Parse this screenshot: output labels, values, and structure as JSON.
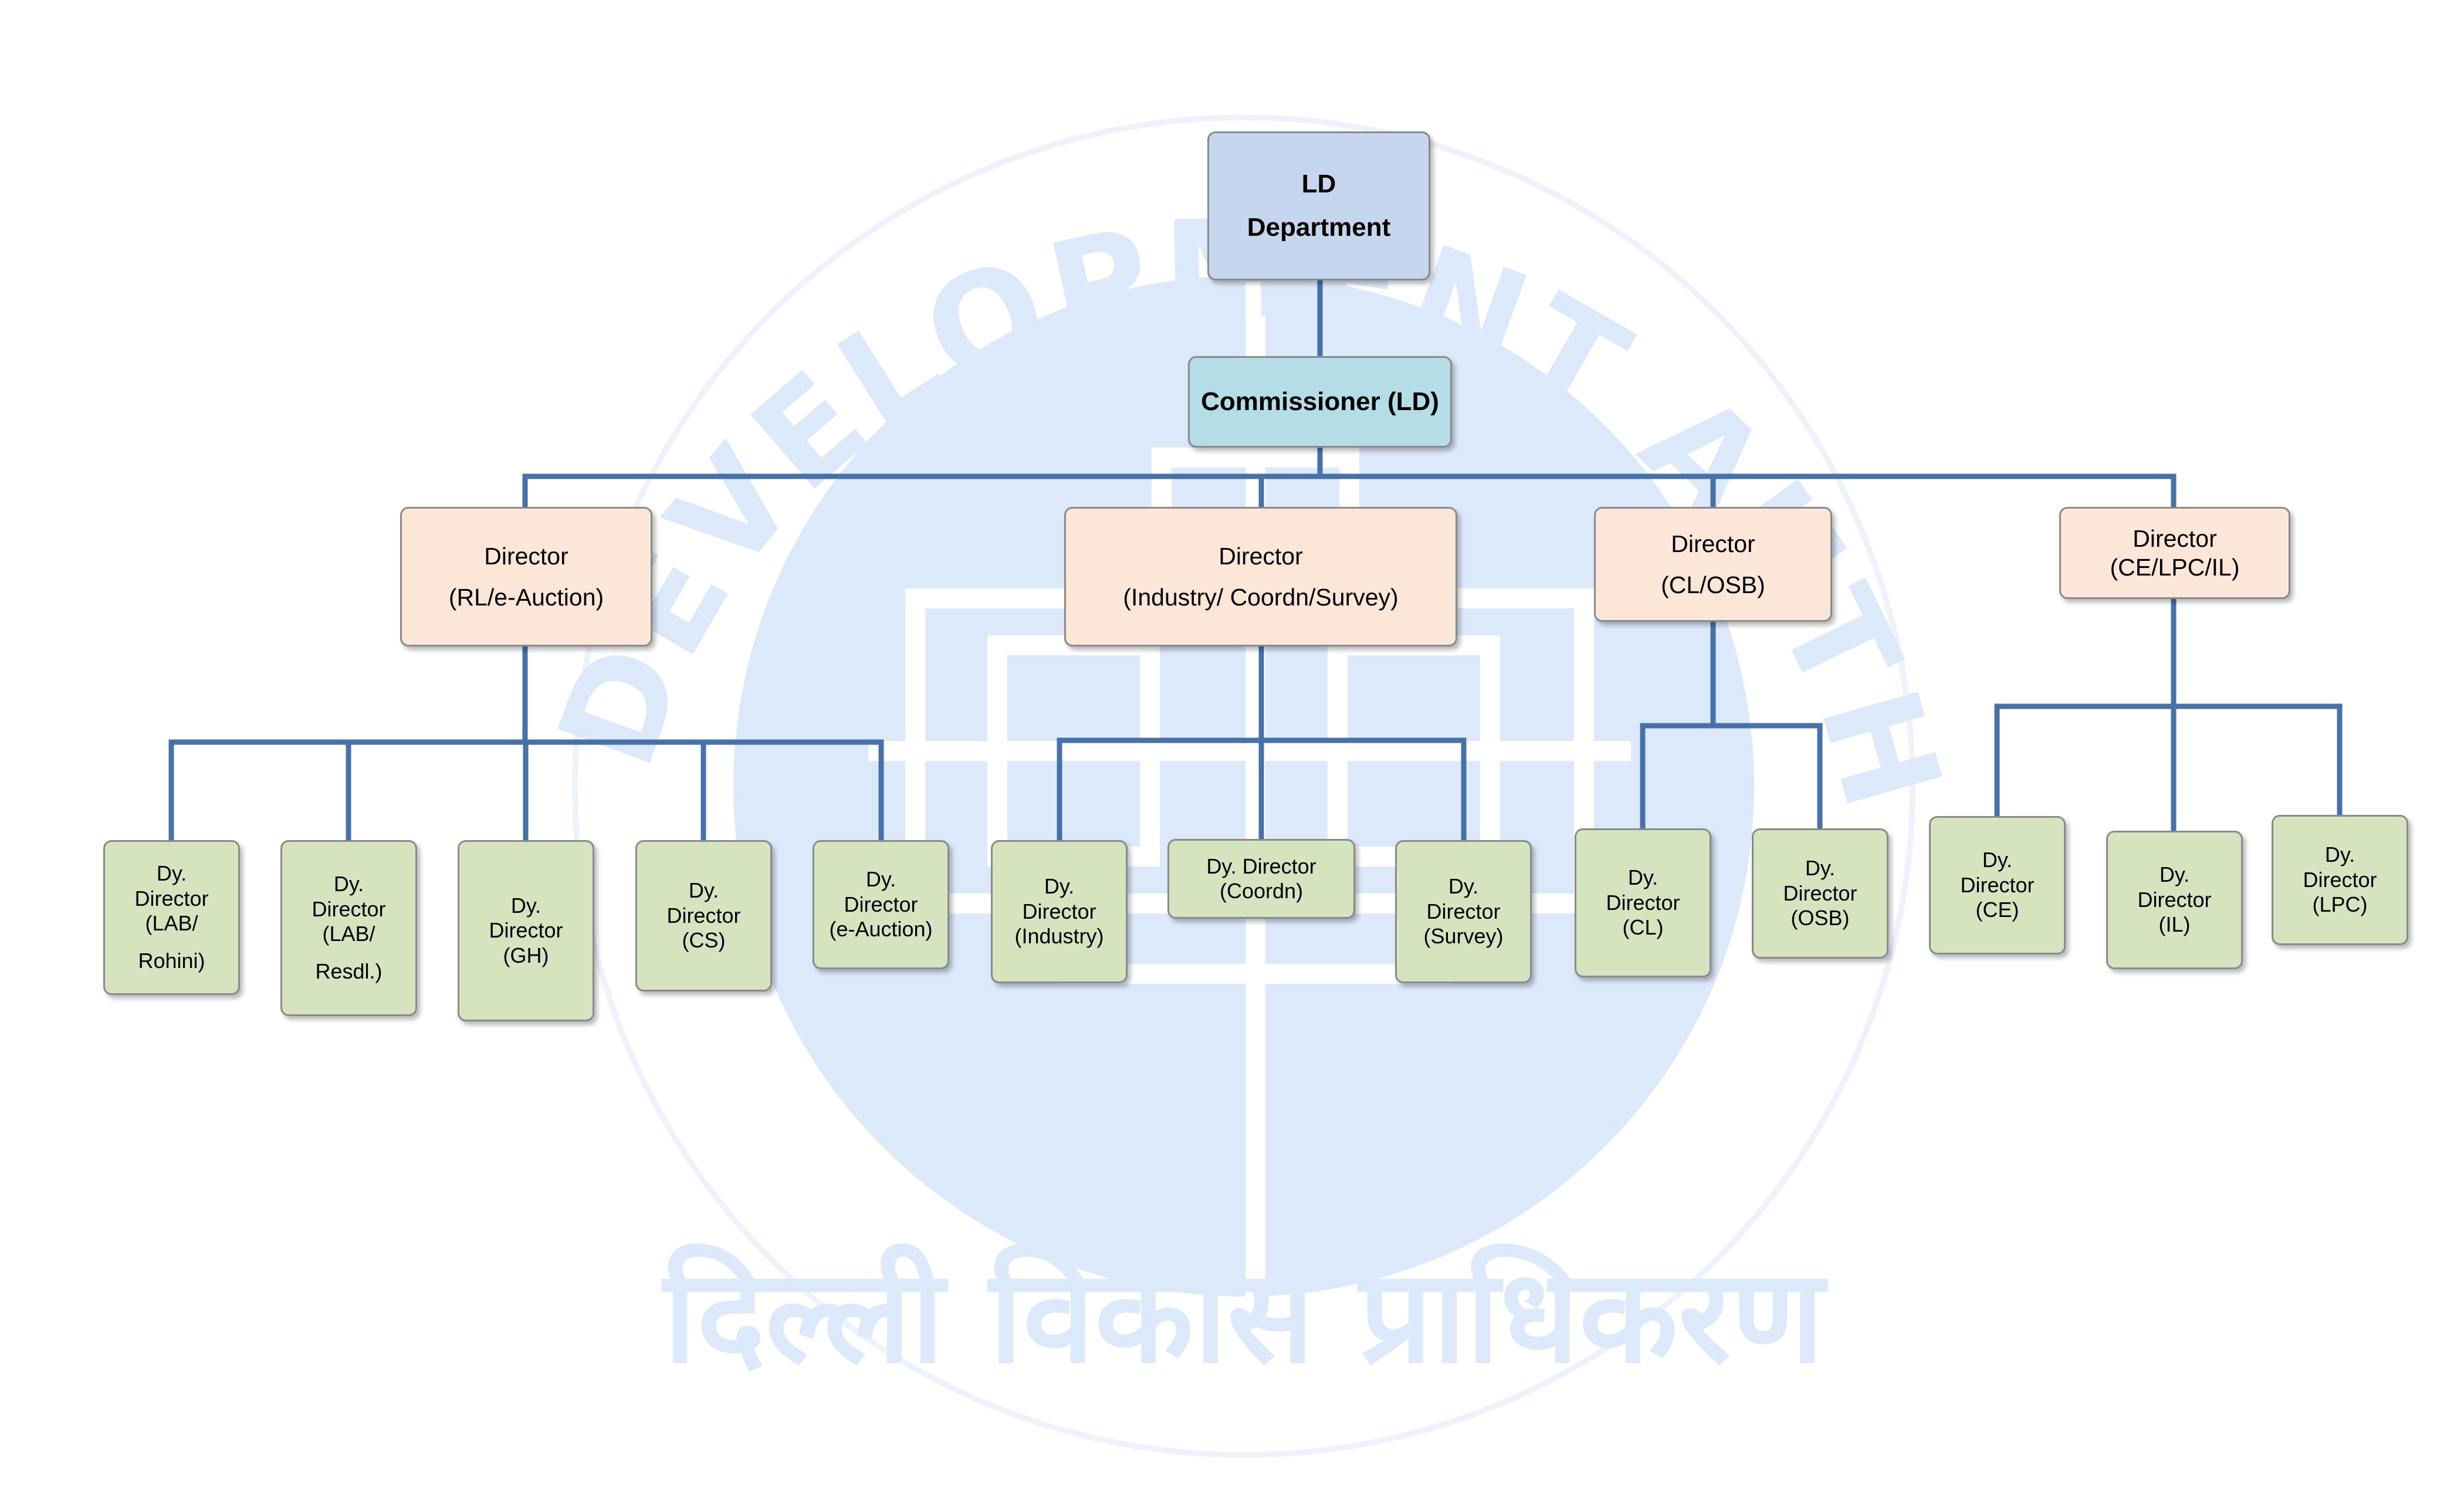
{
  "watermark": {
    "org_name": "DELHI DEVELOPMENT AUTHORITY",
    "hindi_name": "दिल्ली विकास प्राधिकरण",
    "logo": "dda-emblem",
    "color": "#dce9fb"
  },
  "colors": {
    "connector": "#4671a9",
    "top_box": "#c6d6ee",
    "commissioner_box": "#b4dde6",
    "director_box": "#fbe6d8",
    "deputy_box": "#d5e3bf",
    "box_border": "#8a8a8a"
  },
  "chart": {
    "root": {
      "line1": "LD",
      "line2": "Department"
    },
    "commissioner": {
      "label": "Commissioner (LD)"
    },
    "directors": [
      {
        "line1": "Director",
        "line2": "(RL/e-Auction)"
      },
      {
        "line1": "Director",
        "line2": "(Industry/ Coordn/Survey)"
      },
      {
        "line1": "Director",
        "line2": "(CL/OSB)"
      },
      {
        "line1": "Director",
        "line2": "(CE/LPC/IL)"
      }
    ],
    "deputies": [
      {
        "lines": [
          "Dy.",
          "Director",
          "(LAB/",
          "Rohini)"
        ]
      },
      {
        "lines": [
          "Dy.",
          "Director",
          "(LAB/",
          "Resdl.)"
        ]
      },
      {
        "lines": [
          "Dy.",
          "Director",
          "(GH)"
        ]
      },
      {
        "lines": [
          "Dy.",
          "Director",
          "(CS)"
        ]
      },
      {
        "lines": [
          "Dy.",
          "Director",
          "(e-Auction)"
        ]
      },
      {
        "lines": [
          "Dy.",
          "Director",
          "(Industry)"
        ]
      },
      {
        "lines": [
          "Dy. Director",
          "(Coordn)"
        ]
      },
      {
        "lines": [
          "Dy.",
          "Director",
          "(Survey)"
        ]
      },
      {
        "lines": [
          "Dy.",
          "Director",
          "(CL)"
        ]
      },
      {
        "lines": [
          "Dy.",
          "Director",
          "(OSB)"
        ]
      },
      {
        "lines": [
          "Dy.",
          "Director",
          "(CE)"
        ]
      },
      {
        "lines": [
          "Dy.",
          "Director",
          "(IL)"
        ]
      },
      {
        "lines": [
          "Dy.",
          "Director",
          "(LPC)"
        ]
      }
    ]
  }
}
